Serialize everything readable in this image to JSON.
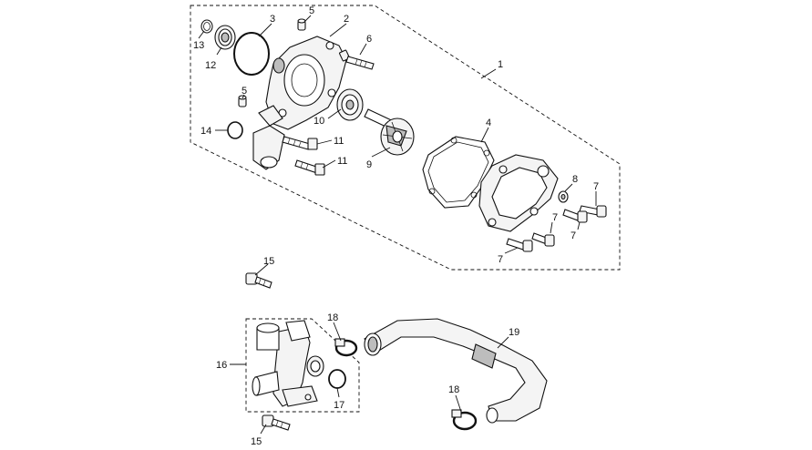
{
  "diagram": {
    "type": "exploded-parts-diagram",
    "callouts": {
      "c1": "1",
      "c2": "2",
      "c3": "3",
      "c4": "4",
      "c5a": "5",
      "c5b": "5",
      "c6": "6",
      "c7a": "7",
      "c7b": "7",
      "c7c": "7",
      "c7d": "7",
      "c8": "8",
      "c9": "9",
      "c10": "10",
      "c11a": "11",
      "c11b": "11",
      "c12": "12",
      "c13": "13",
      "c14": "14",
      "c15a": "15",
      "c15b": "15",
      "c16": "16",
      "c17": "17",
      "c18a": "18",
      "c18b": "18",
      "c19": "19"
    }
  }
}
